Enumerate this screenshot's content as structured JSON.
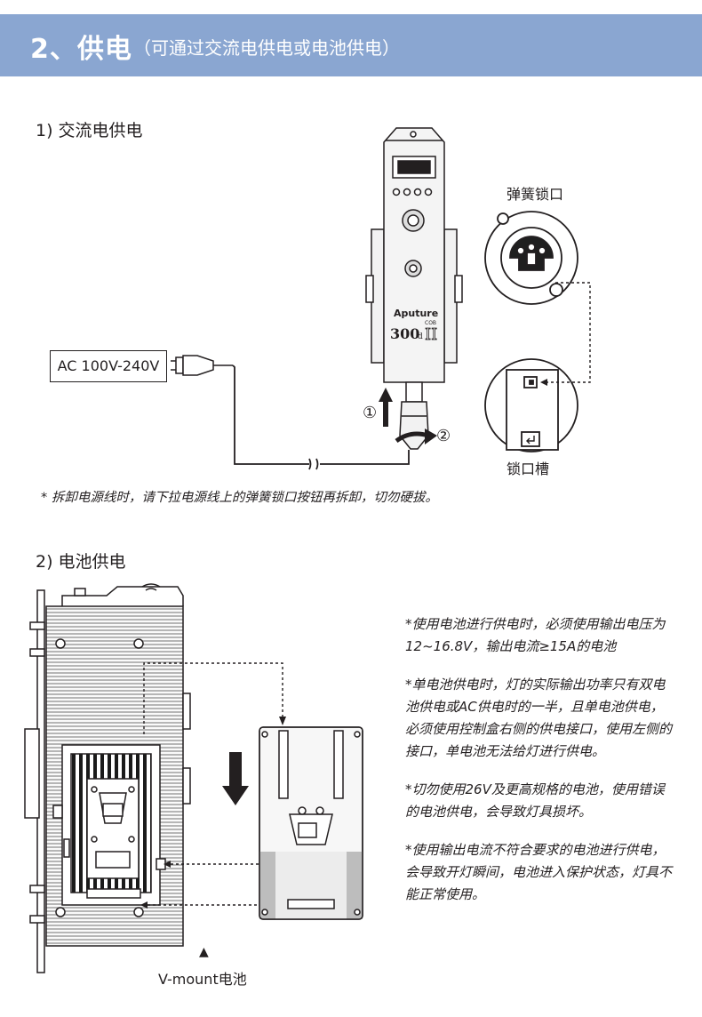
{
  "header": {
    "number_title": "2、供电",
    "subtitle": "（可通过交流电供电或电池供电）"
  },
  "ac_section": {
    "title": "1) 交流电供电",
    "ac_label": "AC 100V-240V",
    "spring_lock_label": "弹簧锁口",
    "lock_slot_label": "锁口槽",
    "step1": "①",
    "step2": "②",
    "brand": "Aputure",
    "model": "300",
    "model_suffix": "d",
    "model_mark": "II",
    "series": "COB",
    "note": "* 拆卸电源线时，请下拉电源线上的弹簧锁口按钮再拆卸，切勿硬拔。"
  },
  "battery_section": {
    "title": "2)  电池供电",
    "vmount_label": "V-mount电池",
    "up_arrow": "▲",
    "notes": [
      "*使用电池进行供电时，必须使用输出电压为12~16.8V，输出电流≥15A的电池",
      "*单电池供电时，灯的实际输出功率只有双电池供电或AC供电时的一半，且单电池供电，必须使用控制盒右侧的供电接口，使用左侧的接口，单电池无法给灯进行供电。",
      "*切勿使用26V及更高规格的电池，使用错误的电池供电，会导致灯具损坏。",
      "*使用输出电流不符合要求的电池进行供电，会导致开灯瞬间，电池进入保护状态，灯具不能正常使用。"
    ]
  },
  "colors": {
    "header_bg": "#8aa6d1",
    "line": "#231f20",
    "device_fill": "#f2f2f2",
    "fin": "#8a8a8a"
  }
}
